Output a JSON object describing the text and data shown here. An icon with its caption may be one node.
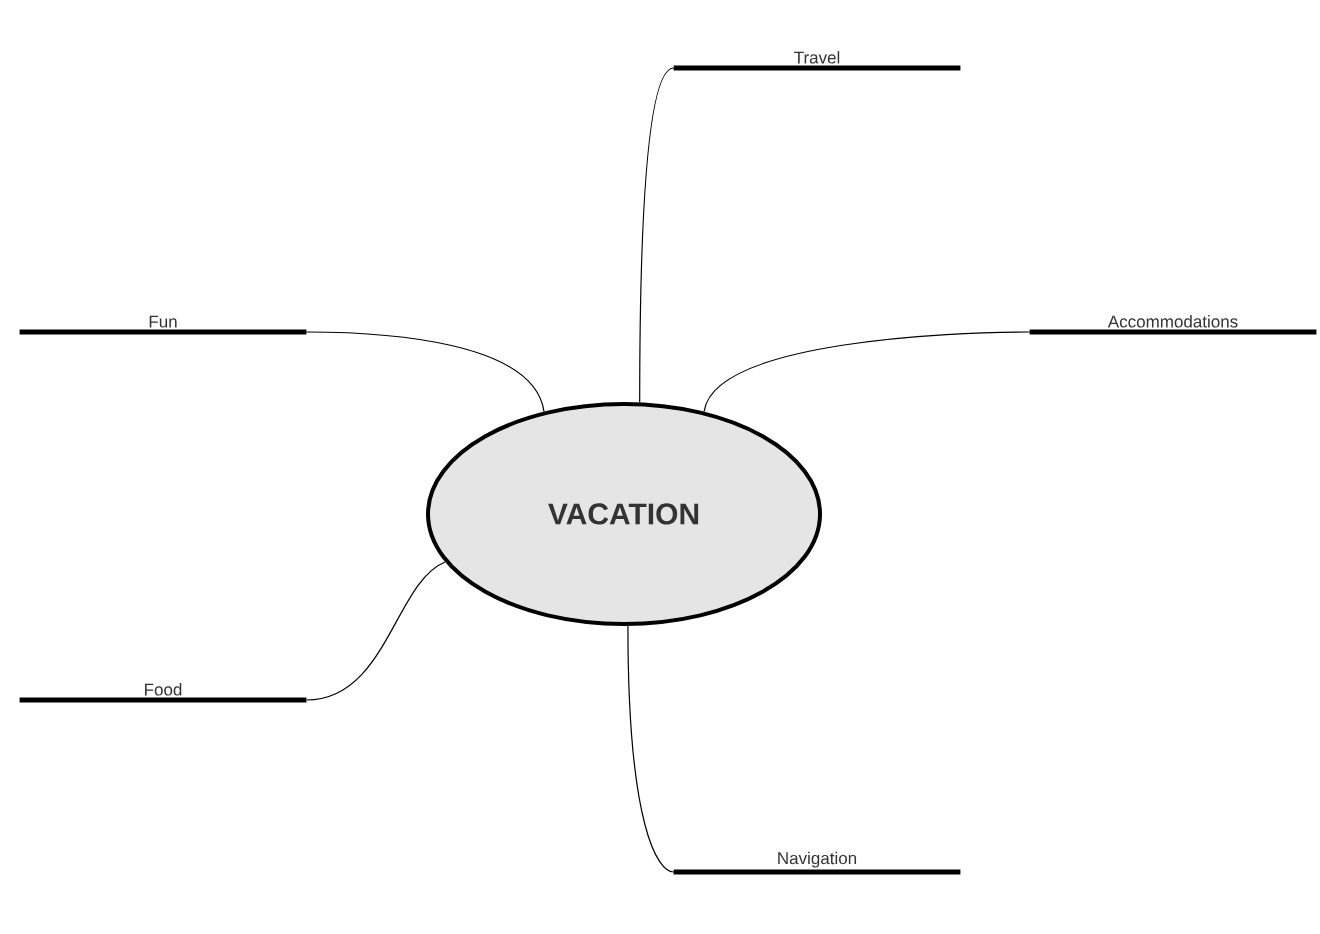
{
  "diagram": {
    "nodes": [
      {
        "text": [
          "Travel"
        ]
      },
      {
        "text": [
          "Fun"
        ]
      },
      {
        "text": [
          "Accommodations"
        ]
      },
      {
        "text": [
          "VACATION"
        ]
      },
      {
        "text": [
          "Food"
        ]
      },
      {
        "text": [
          "Navigation"
        ]
      }
    ],
    "edges": [
      {
        "from": 3,
        "to": 0,
        "arrow": "none"
      },
      {
        "from": 3,
        "to": 1,
        "arrow": "none"
      },
      {
        "from": 3,
        "to": 2,
        "arrow": "none"
      },
      {
        "from": 3,
        "to": 4,
        "arrow": "none"
      },
      {
        "from": 3,
        "to": 5,
        "arrow": "none"
      }
    ]
  }
}
